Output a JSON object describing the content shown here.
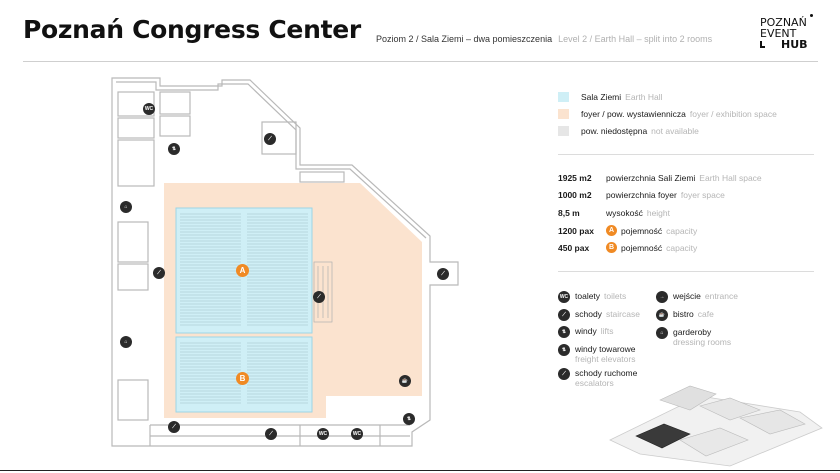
{
  "header": {
    "title": "Poznań Congress Center",
    "subtitle_pl": "Poziom 2 / Sala Ziemi – dwa pomieszczenia",
    "subtitle_en": "Level 2 / Earth Hall – split into 2 rooms"
  },
  "logo": {
    "line1": "POZNAŃ",
    "line2": "EVENT",
    "line3": "HUB"
  },
  "colors": {
    "hall": "#cfeff6",
    "foyer": "#fbe3cf",
    "unavailable": "#e6e6e6",
    "accent": "#f08a24",
    "icon": "#2b2b2b"
  },
  "legend": [
    {
      "pl": "Sala Ziemi",
      "en": "Earth Hall"
    },
    {
      "pl": "foyer / pow. wystawiennicza",
      "en": "foyer / exhibition space"
    },
    {
      "pl": "pow. niedostępna",
      "en": "not available"
    }
  ],
  "stats": [
    {
      "value": "1925 m2",
      "pl": "powierzchnia Sali Ziemi",
      "en": "Earth Hall space"
    },
    {
      "value": "1000 m2",
      "pl": "powierzchnia foyer",
      "en": "foyer space"
    },
    {
      "value": "8,5 m",
      "pl": "wysokość",
      "en": "height"
    },
    {
      "value": "1200 pax",
      "badge": "A",
      "pl": "pojemność",
      "en": "capacity"
    },
    {
      "value": "450 pax",
      "badge": "B",
      "pl": "pojemność",
      "en": "capacity"
    }
  ],
  "icons": {
    "toilets": {
      "glyph": "WC",
      "pl": "toalety",
      "en": "toilets"
    },
    "stairs": {
      "glyph": "⟋",
      "pl": "schody",
      "en": "staircase"
    },
    "lifts": {
      "glyph": "⇅",
      "pl": "windy",
      "en": "lifts"
    },
    "freight": {
      "glyph": "⇅",
      "pl": "windy towarowe",
      "en": "freight elevators"
    },
    "escalators": {
      "glyph": "⟋",
      "pl": "schody ruchome",
      "en": "escalators"
    },
    "entrance": {
      "glyph": "→",
      "pl": "wejście",
      "en": "entrance"
    },
    "cafe": {
      "glyph": "☕",
      "pl": "bistro",
      "en": "cafe"
    },
    "cloak": {
      "glyph": "⌂",
      "pl": "garderoby",
      "en": "dressing rooms"
    }
  },
  "map": {
    "badge_a": "A",
    "badge_b": "B",
    "wc": "WC"
  }
}
